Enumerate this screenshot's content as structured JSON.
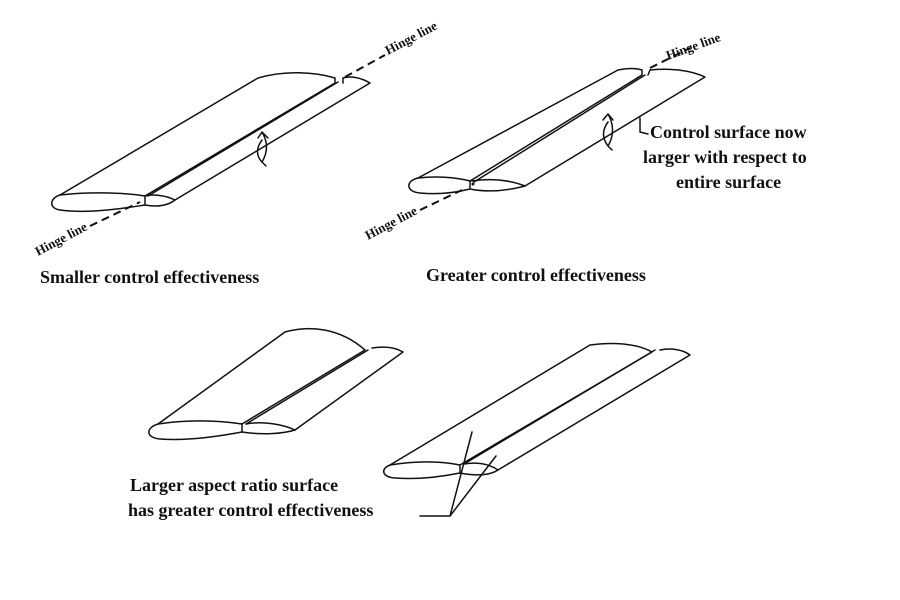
{
  "labels": {
    "hinge_line": "Hinge line",
    "smaller": "Smaller control effectiveness",
    "greater": "Greater control effectiveness",
    "callout_line1": "Control surface now",
    "callout_line2": "larger with respect to",
    "callout_line3": "entire surface",
    "aspect_line1": "Larger aspect ratio surface",
    "aspect_line2": "has greater control effectiveness"
  }
}
